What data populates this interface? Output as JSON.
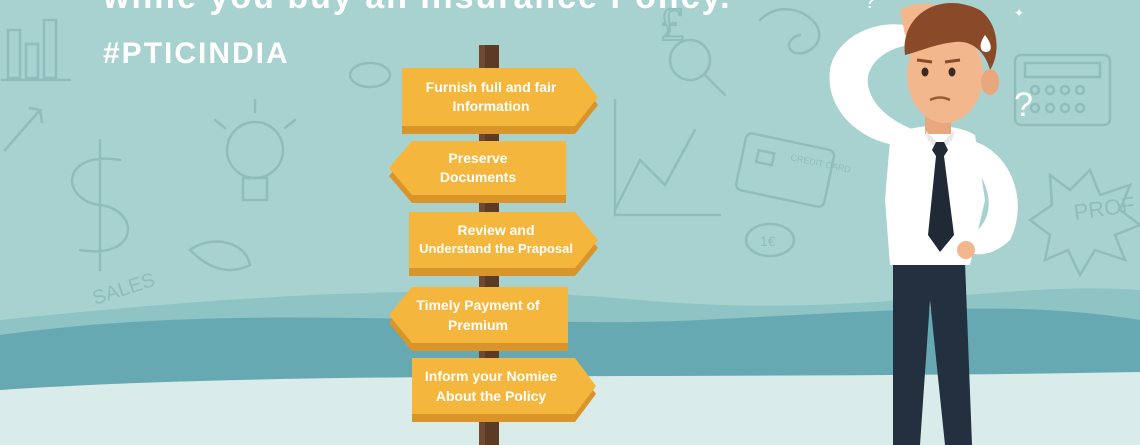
{
  "headline": {
    "line1": "while you buy an Insurance Policy.",
    "line2": "#PTICINDIA"
  },
  "signs": [
    {
      "line1": "Furnish full and fair",
      "line2": "Information",
      "direction": "right"
    },
    {
      "line1": "Preserve",
      "line2": "Documents",
      "direction": "left"
    },
    {
      "line1": "Review and",
      "line2": "Understand the Praposal",
      "direction": "right"
    },
    {
      "line1": "Timely Payment of",
      "line2": "Premium",
      "direction": "left"
    },
    {
      "line1": "Inform your Nomiee",
      "line2": "About the Policy",
      "direction": "right"
    }
  ],
  "doodles": {
    "sales": "SALES",
    "credit_card": "CREDIT CARD",
    "prof": "PROF",
    "coin": "1€"
  },
  "colors": {
    "sign_fill": "#f4b63c",
    "sign_shadow": "#d9952a",
    "post": "#5b3a26",
    "background": "#a8d2cf",
    "hill": "#67a9b2"
  }
}
